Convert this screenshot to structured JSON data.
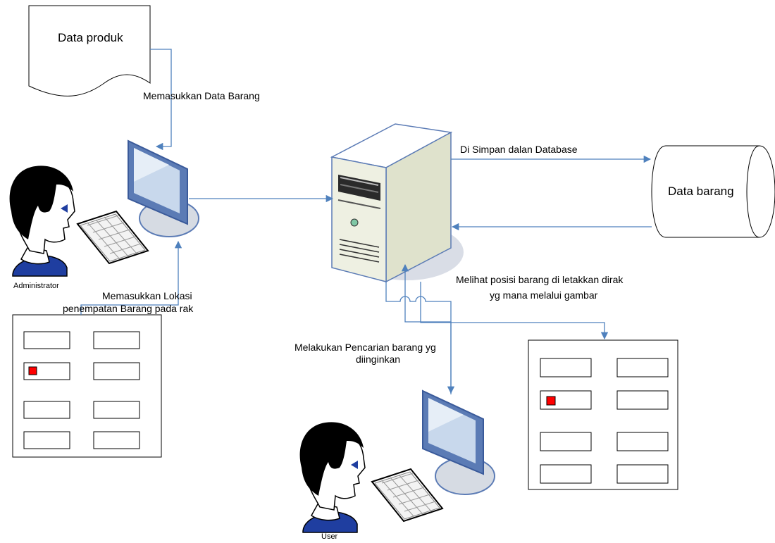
{
  "documents": {
    "data_produk": "Data produk"
  },
  "database": {
    "label": "Data barang"
  },
  "actors": {
    "administrator": "Administrator",
    "user": "User"
  },
  "flows": {
    "memasukkan_data_barang": "Memasukkan Data Barang",
    "disimpan_database": "Di Simpan dalan Database",
    "lokasi_line1": "Memasukkan Lokasi",
    "lokasi_line2": "penempatan Barang pada rak",
    "melihat_line1": "Melihat posisi barang di letakkan dirak",
    "melihat_line2": "yg mana melalui gambar",
    "pencarian_line1": "Melakukan Pencarian barang yg",
    "pencarian_line2": "diinginkan"
  },
  "colors": {
    "connector": "#4f81bd",
    "monitor_frame": "#5b7bb5",
    "screen": "#c8d8ec",
    "server_body": "#eef0e2",
    "shadow": "#d9dde6",
    "marker": "#ff0000",
    "person_shirt": "#1f3ea0",
    "person_skin": "#ffffff",
    "person_hair": "#000000"
  },
  "icons": [
    "document-shape",
    "database-cylinder",
    "server-icon",
    "monitor-icon",
    "keyboard-icon",
    "person-icon",
    "rack-grid"
  ]
}
